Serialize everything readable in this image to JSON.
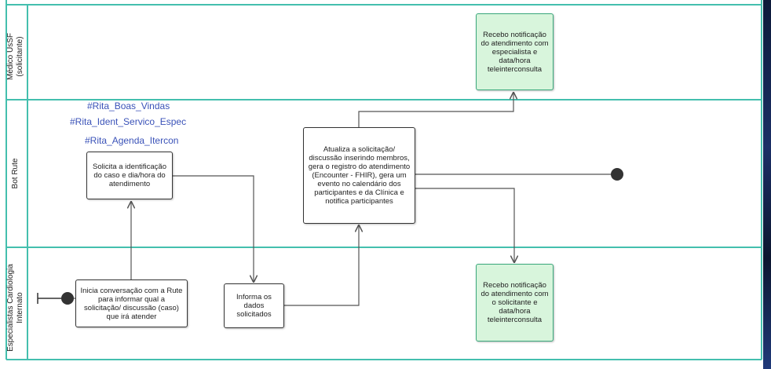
{
  "lanes": [
    {
      "id": "medico",
      "label": "Médico UsSF\n(solicitante)"
    },
    {
      "id": "bot",
      "label": "Bot Rute"
    },
    {
      "id": "especialistas",
      "label": "Especialistas Cardiologia\nInternato"
    }
  ],
  "hashtags": [
    "#Rita_Boas_Vindas",
    "#Rita_Ident_Servico_Espec",
    "#Rita_Agenda_Itercon"
  ],
  "tasks": {
    "notify_medico": "Recebo notificação do atendimento com especialista e data/hora teleinterconsulta",
    "solicita_id": "Solicita a identificação do caso e dia/hora do atendimento",
    "atualiza": "Atualiza a solicitação/ discussão inserindo membros, gera o registro do atendimento (Encounter - FHIR), gera um evento no calendário dos participantes e da Clínica e notifica participantes",
    "inicia": "Inicia conversação com a Rute para informar qual a solicitação/ discussão (caso) que irá atender",
    "informa": "Informa os dados solicitados",
    "notify_especialista": "Recebo notificação do atendimento com o solicitante e data/hora teleinterconsulta"
  },
  "colors": {
    "lane_border": "#44bfae",
    "task_green_fill": "#d8f5dc",
    "task_green_border": "#3aa87c",
    "hashtag": "#3a52b8",
    "line": "#555555"
  },
  "icons": {
    "start_event": "start-circle-icon",
    "end_event": "end-circle-icon"
  }
}
